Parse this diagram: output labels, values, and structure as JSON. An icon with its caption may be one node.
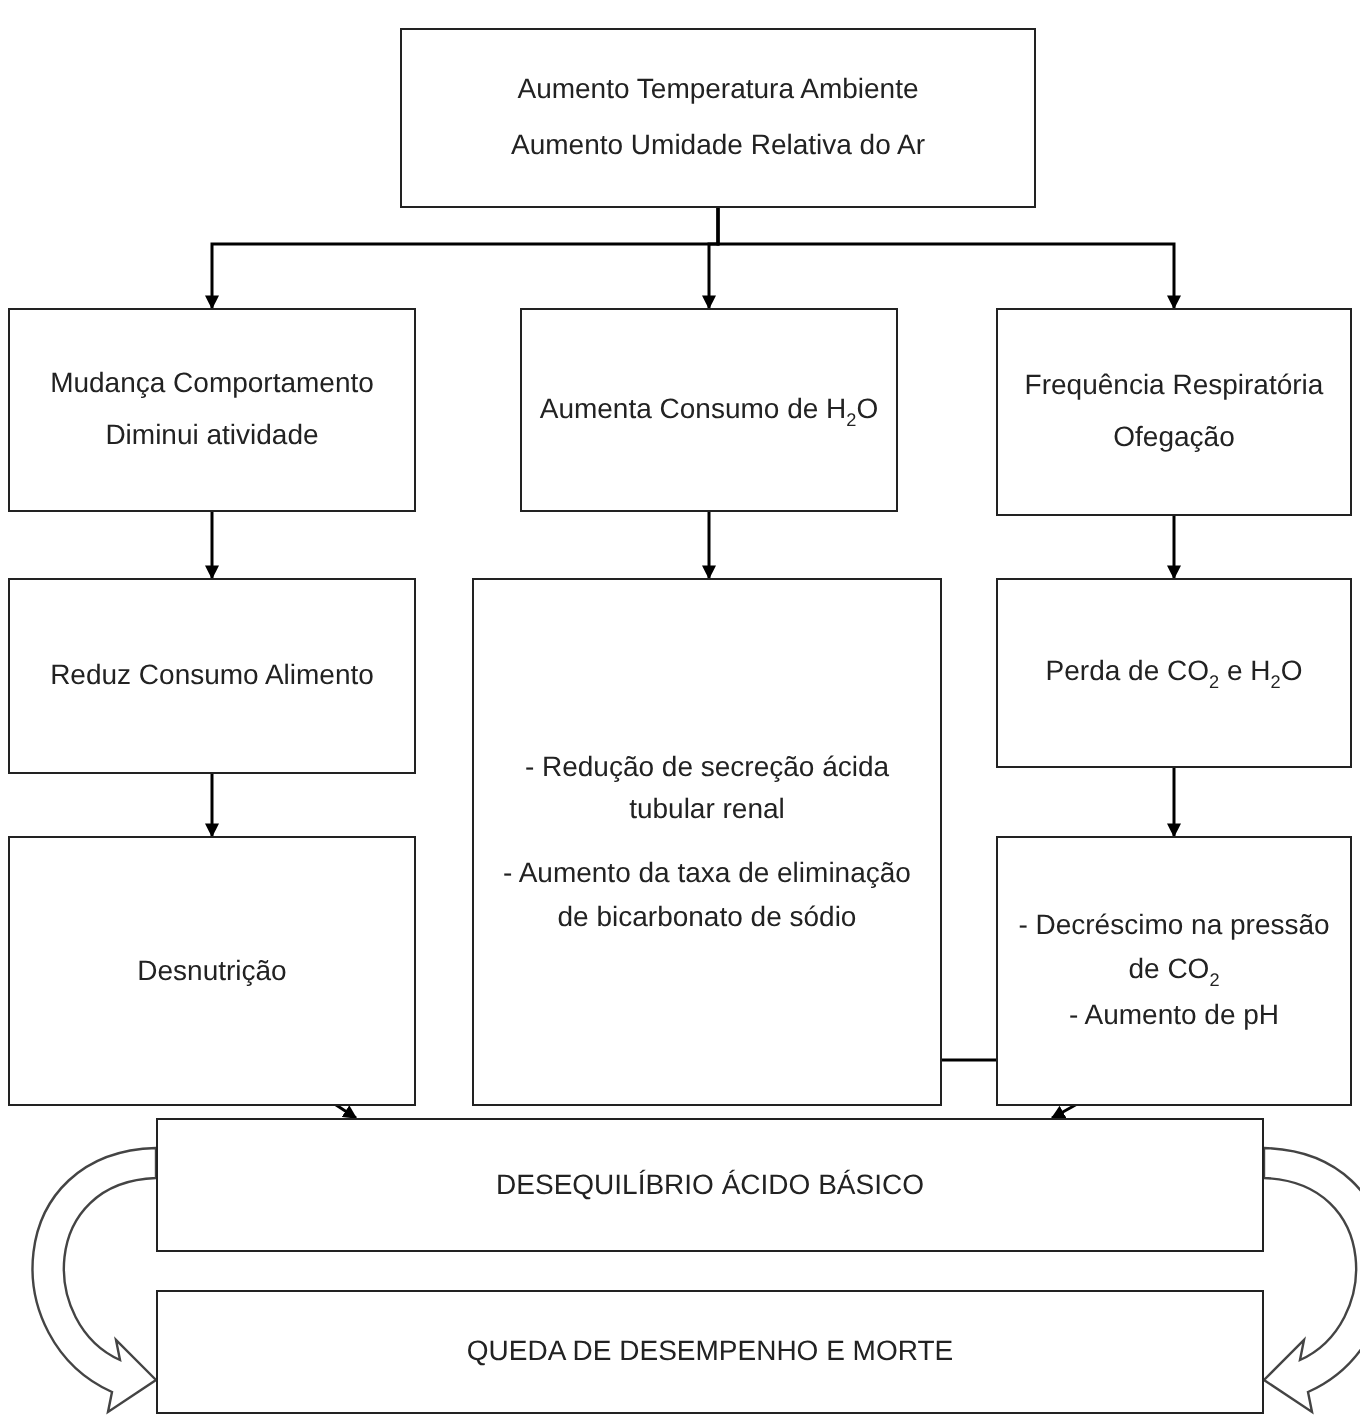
{
  "diagram": {
    "nodes": [
      {
        "text": [
          "Aumento Temperatura Ambiente",
          "Aumento Umidade Relativa do Ar"
        ]
      },
      {
        "text": [
          "Mudança Comportamento",
          "Diminui atividade"
        ]
      },
      {
        "text": [
          "Aumenta Consumo de H$_{2}$O"
        ]
      },
      {
        "text": [
          "Frequência Respiratória",
          "Ofegação"
        ]
      },
      {
        "text": [
          "Reduz Consumo Alimento"
        ]
      },
      {
        "text": [
          "- Redução de secreção ácida tubular renal",
          "- Aumento da taxa de eliminação de bicarbonato de sódio"
        ]
      },
      {
        "text": [
          "Perda de CO$_{2}$ e H$_{2}$O"
        ]
      },
      {
        "text": [
          "Desnutrição"
        ]
      },
      {
        "text": [
          "- Decréscimo na pressão de CO$_{2}$",
          "- Aumento de pH"
        ]
      },
      {
        "text": [
          "DESEQUILÍBRIO ÁCIDO BÁSICO"
        ]
      },
      {
        "text": [
          "QUEDA DE DESEMPENHO E MORTE"
        ]
      }
    ],
    "edges": [
      {
        "from": 0,
        "to": 1,
        "arrow": "to"
      },
      {
        "from": 0,
        "to": 2,
        "arrow": "to"
      },
      {
        "from": 0,
        "to": 3,
        "arrow": "to"
      },
      {
        "from": 1,
        "to": 4,
        "arrow": "to"
      },
      {
        "from": 2,
        "to": 5,
        "arrow": "to"
      },
      {
        "from": 3,
        "to": 6,
        "arrow": "to"
      },
      {
        "from": 4,
        "to": 7,
        "arrow": "to"
      },
      {
        "from": 6,
        "to": 8,
        "arrow": "to"
      },
      {
        "from": 5,
        "to": 8,
        "arrow": "none"
      },
      {
        "from": 7,
        "to": 9,
        "arrow": "to"
      },
      {
        "from": 8,
        "to": 9,
        "arrow": "to"
      },
      {
        "from": 9,
        "to": 10,
        "arrow": "to"
      },
      {
        "from": 9,
        "to": 10,
        "arrow": "to"
      }
    ]
  }
}
